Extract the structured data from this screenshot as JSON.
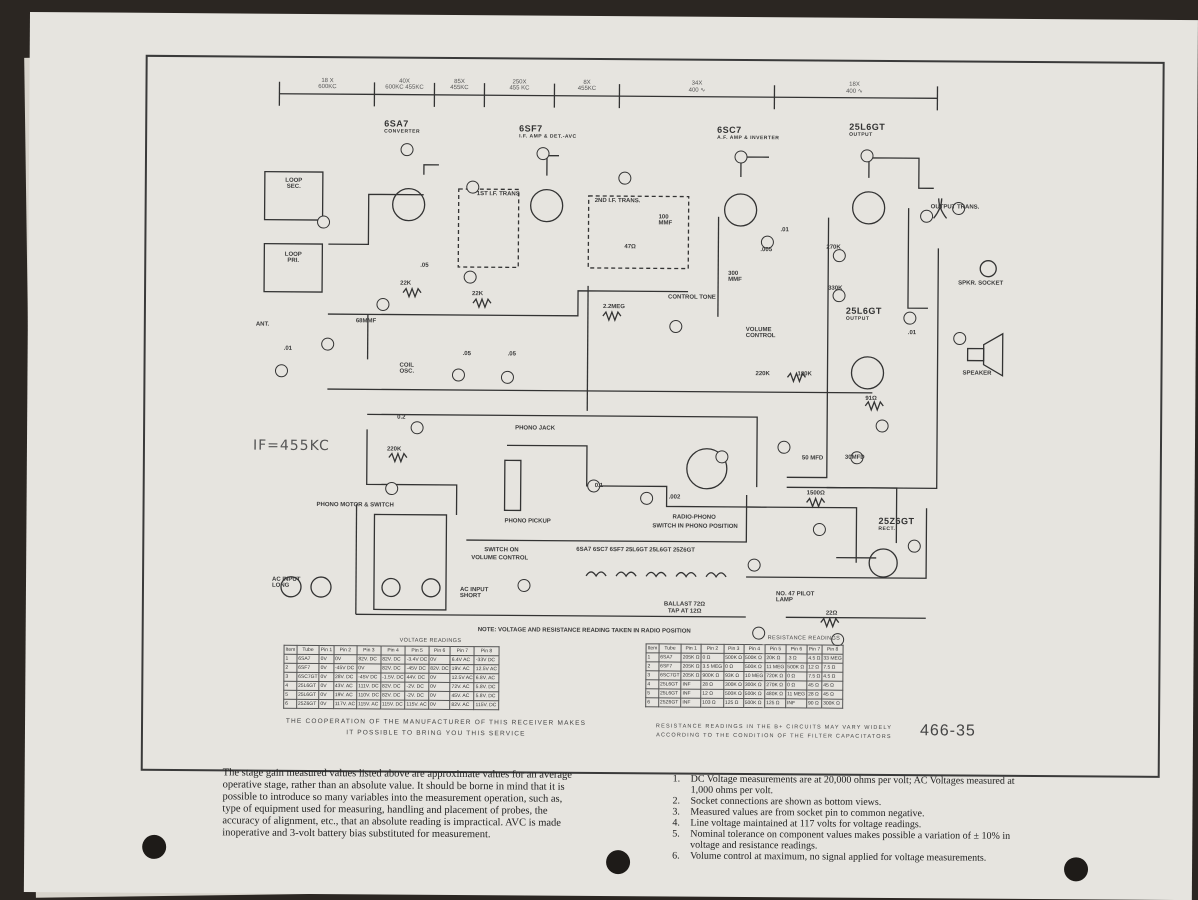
{
  "page_number": "466-35",
  "if_label": "IF=455KC",
  "scale": [
    {
      "gain": "18 X",
      "freq": "600KC"
    },
    {
      "gain": "40X",
      "freq1": "600KC",
      "freq2": "455KC"
    },
    {
      "gain": "85X",
      "freq": "455KC"
    },
    {
      "gain": "250X",
      "freq": "455 KC"
    },
    {
      "gain": "8X",
      "freq": "455KC"
    },
    {
      "gain": "34X",
      "freq": "400 ∿"
    },
    {
      "gain": "18X",
      "freq": "400 ∿"
    }
  ],
  "tubes": {
    "t1": {
      "name": "6SA7",
      "role": "CONVERTER"
    },
    "t2": {
      "name": "6SF7",
      "role": "I.F. AMP & DET.-AVC"
    },
    "t3": {
      "name": "6SC7",
      "role": "A.F. AMP & INVERTER"
    },
    "t4": {
      "name": "25L6GT",
      "role": "OUTPUT"
    },
    "t5": {
      "name": "25L6GT",
      "role": "OUTPUT"
    },
    "t6": {
      "name": "25Z6GT",
      "role": "RECT."
    }
  },
  "labels": {
    "loop_sec": "LOOP SEC.",
    "loop_pri": "LOOP PRI.",
    "ant": "ANT.",
    "if_trans_1": "1ST I.F. TRANS",
    "if_trans_2": "2ND I.F. TRANS.",
    "output_trans": "OUTPUT TRANS.",
    "spkr_socket": "SPKR. SOCKET",
    "speaker": "SPEAKER",
    "phono_jack": "PHONO JACK",
    "phono_motor": "PHONO MOTOR & SWITCH",
    "phono_pickup": "PHONO PICKUP",
    "radio_phono": "RADIO-PHONO",
    "switch_phono": "SWITCH IN PHONO POSITION",
    "switch_on": "SWITCH ON",
    "volume_control": "VOLUME CONTROL",
    "ac_input_long": "AC INPUT LONG",
    "ac_input_short": "AC INPUT SHORT",
    "control_tone": "CONTROL TONE",
    "volume_ctrl_inside": "VOLUME CONTROL",
    "coil_osc": "COIL OSC.",
    "ballast": "BALLAST 72Ω",
    "tap": "TAP AT 12Ω",
    "pilot": "NO. 47 PILOT LAMP",
    "heater_chain": "6SA7   6SC7   6SF7   25L6GT   25L6GT   25Z6GT",
    "note": "NOTE: VOLTAGE AND RESISTANCE READING TAKEN IN RADIO POSITION"
  },
  "components": {
    "r_22k_a": "22K",
    "r_22k_b": "22K",
    "r_2meg": "2.2MEG",
    "r_220k_a": "220K",
    "r_270k": "270K",
    "r_330k": "330K",
    "r_220k_b": "220K",
    "r_180k": "180K",
    "r_91": "91Ω",
    "r_1500": "1500Ω",
    "r_22": "22Ω",
    "c_68": "68MMF",
    "c_05a": ".05",
    "c_05b": ".05",
    "c_05c": ".05",
    "c_01a": ".01",
    "c_01b": ".01",
    "c_01c": ".01",
    "c_005": ".005",
    "c_002": ".002",
    "c_01d": "0.1",
    "c_02": "0.2",
    "c_100mmf": "100 MMF",
    "c_300mmf": "300 MMF",
    "c_50mfd": "50 MFD",
    "c_30mfd": "30MFD",
    "c_47": "47Ω"
  },
  "voltage_table": {
    "title": "VOLTAGE READINGS",
    "headers": [
      "Item",
      "Tube",
      "Pin 1",
      "Pin 2",
      "Pin 3",
      "Pin 4",
      "Pin 5",
      "Pin 6",
      "Pin 7",
      "Pin 8"
    ],
    "rows": [
      [
        "1",
        "6SA7",
        "0V",
        "0V",
        "82V. DC",
        "82V. DC",
        "-3.4V DC",
        "0V",
        "6.4V AC",
        "-33V DC"
      ],
      [
        "2",
        "6SF7",
        "0V",
        "-45V DC",
        "0V",
        "82V. DC",
        "-45V DC",
        "82V. DC",
        "19V. AC",
        "12.5V AC"
      ],
      [
        "3",
        "6SC7GT",
        "0V",
        "28V. DC",
        "-45V DC",
        "-1.5V. DC",
        "44V. DC",
        "0V",
        "12.5V AC",
        "6.8V. AC"
      ],
      [
        "4",
        "25L6GT",
        "0V",
        "43V. AC",
        "111V. DC",
        "82V. DC",
        "-2V. DC",
        "0V",
        "72V. AC",
        "5.8V. DC"
      ],
      [
        "5",
        "25L6GT",
        "0V",
        "19V. AC",
        "110V. DC",
        "82V. DC",
        "-2V. DC",
        "0V",
        "45V. AC",
        "5.8V. DC"
      ],
      [
        "6",
        "25Z6GT",
        "0V",
        "117V. AC",
        "115V. AC",
        "115V. DC",
        "115V. AC",
        "0V",
        "82V. AC",
        "115V. DC"
      ]
    ]
  },
  "resistance_table": {
    "title": "RESISTANCE READINGS",
    "headers": [
      "Item",
      "Tube",
      "Pin 1",
      "Pin 2",
      "Pin 3",
      "Pin 4",
      "Pin 5",
      "Pin 6",
      "Pin 7",
      "Pin 8"
    ],
    "rows": [
      [
        "1",
        "6SA7",
        "205K Ω",
        "0 Ω",
        "500K Ω",
        "500K Ω",
        "20K Ω",
        ".3 Ω",
        "4.5 Ω",
        "33 MEG"
      ],
      [
        "2",
        "6SF7",
        "205K Ω",
        "3.5 MEG",
        "0 Ω",
        "500K Ω",
        "11 MEG",
        "500K Ω",
        "12 Ω",
        "7.5 Ω"
      ],
      [
        "3",
        "6SC7GT",
        "205K Ω",
        "900K Ω",
        "93K Ω",
        "10 MEG",
        "720K Ω",
        "0 Ω",
        "7.5 Ω",
        "4.5 Ω"
      ],
      [
        "4",
        "25L6GT",
        "INF",
        "28 Ω",
        "300K Ω",
        "300K Ω",
        "270K Ω",
        "0 Ω",
        "45 Ω",
        "45 Ω"
      ],
      [
        "5",
        "25L6GT",
        "INF",
        "12 Ω",
        "500K Ω",
        "500K Ω",
        "480K Ω",
        "11 MEG",
        "28 Ω",
        "45 Ω"
      ],
      [
        "6",
        "25Z6GT",
        "INF",
        "103 Ω",
        "125 Ω",
        "500K Ω",
        "125 Ω",
        "INF",
        "90 Ω",
        "300K Ω"
      ]
    ]
  },
  "cooperation": "THE COOPERATION OF THE MANUFACTURER OF THIS RECEIVER MAKES IT POSSIBLE TO BRING YOU THIS SERVICE",
  "resistance_note": "RESISTANCE READINGS IN THE B+ CIRCUITS MAY VARY WIDELY ACCORDING TO THE CONDITION OF THE FILTER CAPACITATORS",
  "stage_gain_paragraph": "The stage gain measured values listed above are approximate values for an average operative stage, rather than an absolute value. It should be borne in mind that it is possible to introduce so many variables into the measurement operation, such as, type of equipment used for measuring, handling and placement of probes, the accuracy of alignment, etc., that an absolute reading is impractical. AVC is made inoperative and 3-volt battery bias substituted for measurement.",
  "footnotes": [
    {
      "num": "1.",
      "text": "DC Voltage measurements are at 20,000 ohms per volt; AC Voltages measured at 1,000 ohms per volt."
    },
    {
      "num": "2.",
      "text": "Socket connections are shown as bottom views."
    },
    {
      "num": "3.",
      "text": "Measured values are from socket pin to common negative."
    },
    {
      "num": "4.",
      "text": "Line voltage maintained at 117 volts for voltage readings."
    },
    {
      "num": "5.",
      "text": "Nominal tolerance on component values makes possible a variation of ± 10% in voltage and resistance readings."
    },
    {
      "num": "6.",
      "text": "Volume control at maximum, no signal applied for voltage measurements."
    }
  ],
  "colors": {
    "paper": "#e6e4df",
    "ink": "#333333",
    "background": "#2b2622"
  }
}
